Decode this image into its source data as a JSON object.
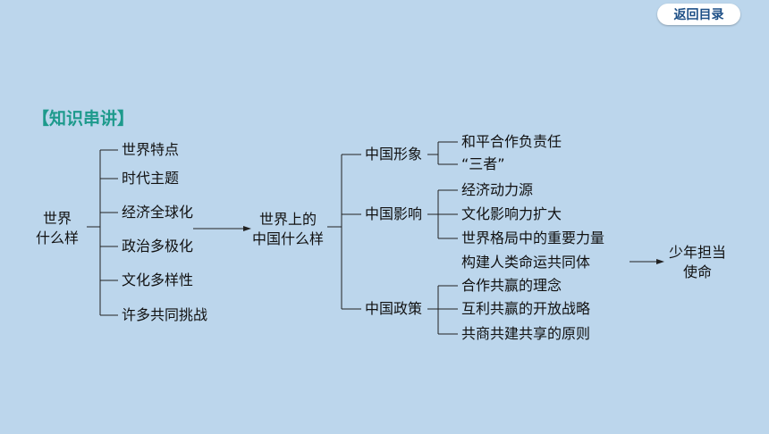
{
  "header": {
    "back_label": "返回目录"
  },
  "section_title": "【知识串讲】",
  "root": {
    "line1": "世界",
    "line2": "什么样"
  },
  "world_features": [
    "世界特点",
    "时代主题",
    "经济全球化",
    "政治多极化",
    "文化多样性",
    "许多共同挑战"
  ],
  "china": {
    "line1": "世界上的",
    "line2": "中国什么样"
  },
  "china_branches": [
    {
      "label": "中国形象",
      "items": [
        "和平合作负责任",
        "“三者”"
      ]
    },
    {
      "label": "中国影响",
      "items": [
        "经济动力源",
        "文化影响力扩大",
        "世界格局中的重要力量"
      ]
    },
    {
      "label": "中国政策",
      "items": [
        "构建人类命运共同体",
        "合作共赢的理念",
        "互利共赢的开放战略",
        "共商共建共享的原则"
      ]
    }
  ],
  "mission": {
    "line1": "少年担当",
    "line2": "使命"
  }
}
